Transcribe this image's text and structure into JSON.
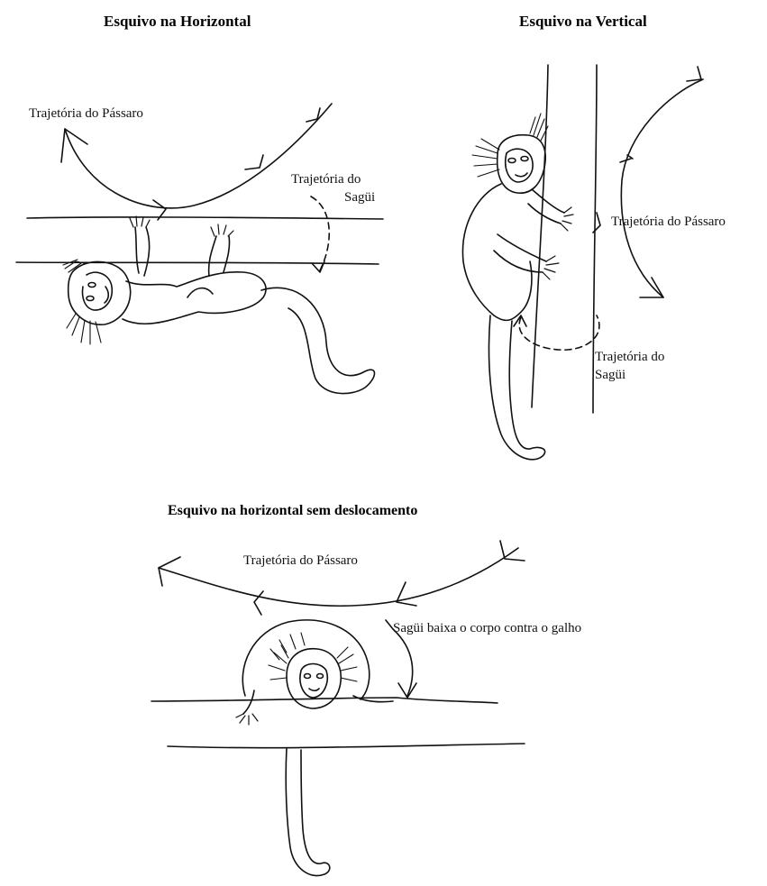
{
  "panels": {
    "horizontal": {
      "title": "Esquivo na Horizontal",
      "bird_label": "Trajetória do Pássaro",
      "monkey_label_line1": "Trajetória do",
      "monkey_label_line2": "Sagüi"
    },
    "vertical": {
      "title": "Esquivo na Vertical",
      "bird_label": "Trajetória do Pássaro",
      "monkey_label_line1": "Trajetória do",
      "monkey_label_line2": "Sagüi"
    },
    "no_displacement": {
      "title": "Esquivo na horizontal sem deslocamento",
      "bird_label": "Trajetória do Pássaro",
      "monkey_label": "Sagüi baixa o corpo contra o galho"
    }
  }
}
